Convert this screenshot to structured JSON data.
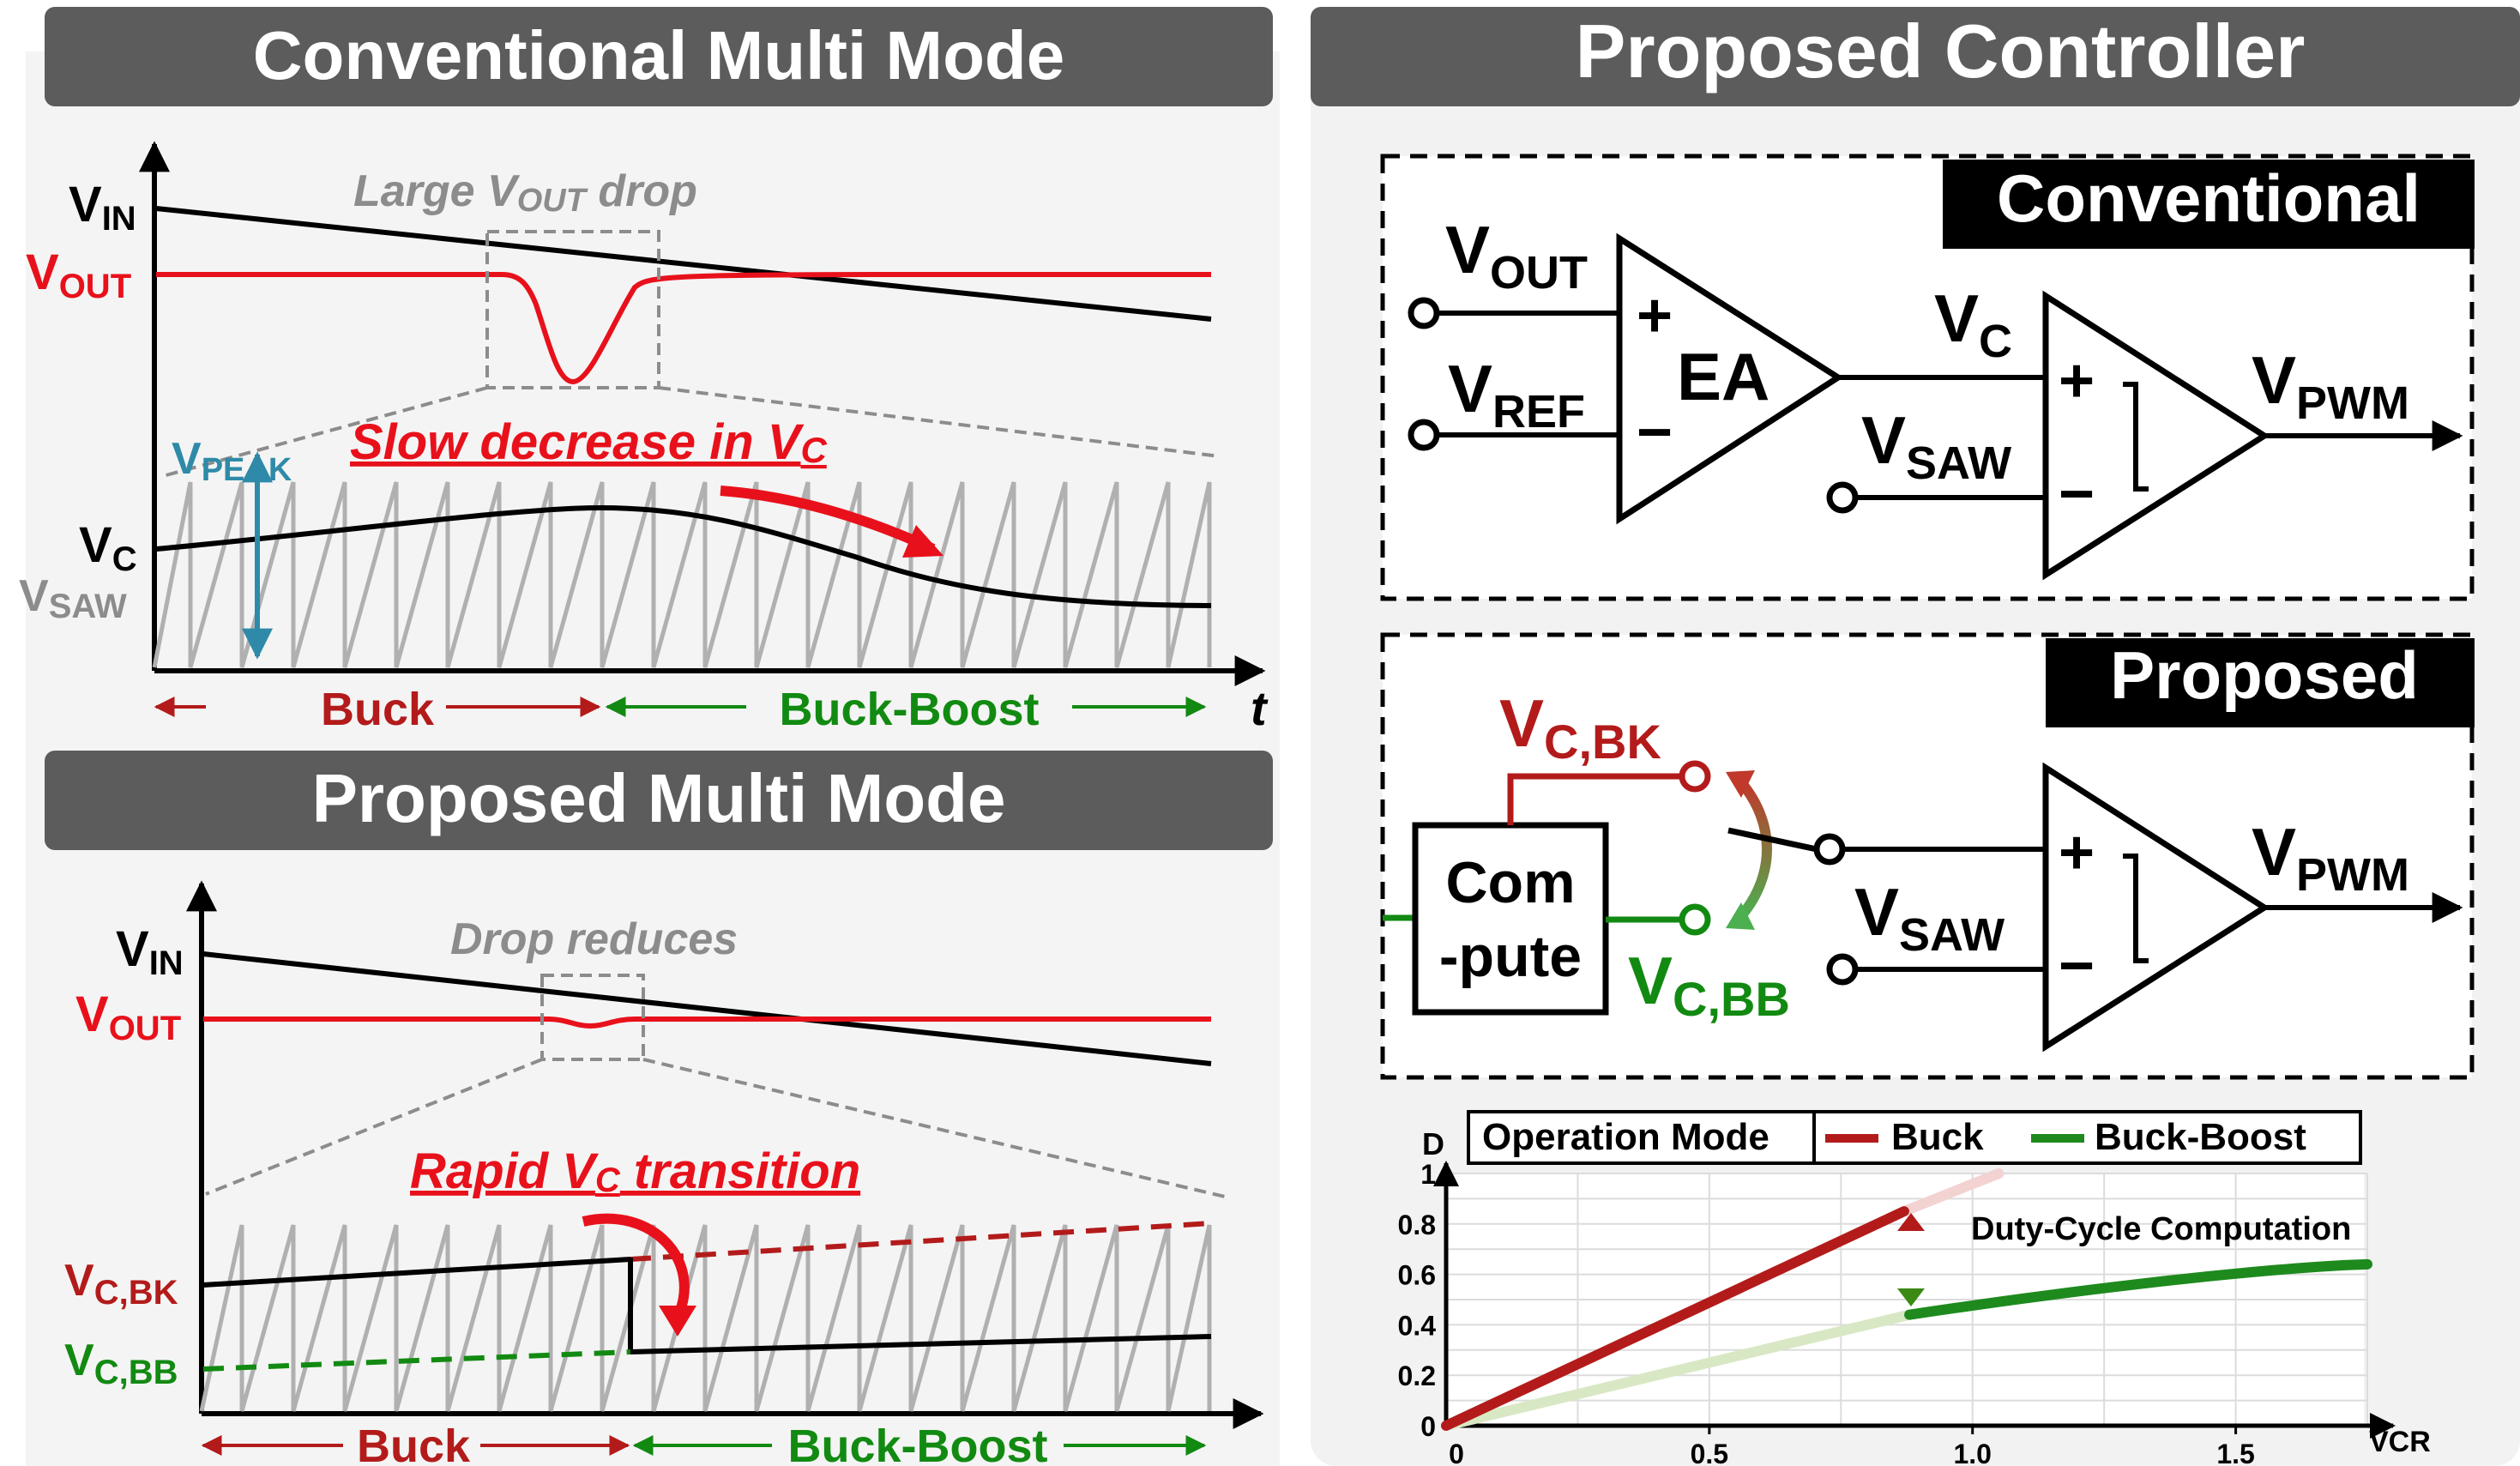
{
  "panels": {
    "conventional_multi_mode": {
      "title": "Conventional Multi Mode"
    },
    "proposed_multi_mode": {
      "title": "Proposed Multi Mode"
    },
    "proposed_controller": {
      "title": "Proposed Controller"
    }
  },
  "conv_plot": {
    "vin": "V",
    "vin_sub": "IN",
    "vout": "V",
    "vout_sub": "OUT",
    "vpeak": "V",
    "vpeak_sub": "PEAK",
    "vc": "V",
    "vc_sub": "C",
    "vsaw": "V",
    "vsaw_sub": "SAW",
    "drop_pre": "Large V",
    "drop_sub": "OUT",
    "drop_post": " drop",
    "slow_pre": "Slow decrease in V",
    "slow_sub": "C",
    "buck": "Buck",
    "buck_boost": "Buck-Boost",
    "t": "t"
  },
  "prop_plot": {
    "vin": "V",
    "vin_sub": "IN",
    "vout": "V",
    "vout_sub": "OUT",
    "drop_reduces": "Drop reduces",
    "rapid_pre": "Rapid V",
    "rapid_sub": "C",
    "rapid_post": " transition",
    "vcbk": "V",
    "vcbk_sub": "C,BK",
    "vcbb": "V",
    "vcbb_sub": "C,BB",
    "buck": "Buck",
    "buck_boost": "Buck-Boost"
  },
  "conv_circuit": {
    "label": "Conventional",
    "vout": "V",
    "vout_sub": "OUT",
    "vref": "V",
    "vref_sub": "REF",
    "ea": "EA",
    "vc": "V",
    "vc_sub": "C",
    "vsaw": "V",
    "vsaw_sub": "SAW",
    "vpwm": "V",
    "vpwm_sub": "PWM",
    "plus": "+",
    "minus": "−"
  },
  "prop_circuit": {
    "label": "Proposed",
    "vcbk": "V",
    "vcbk_sub": "C,BK",
    "vcbb": "V",
    "vcbb_sub": "C,BB",
    "compute_line1": "Com",
    "compute_line2": "-pute",
    "vsaw": "V",
    "vsaw_sub": "SAW",
    "vpwm": "V",
    "vpwm_sub": "PWM",
    "plus": "+",
    "minus": "−"
  },
  "colors": {
    "red": "#e8111b",
    "dark_red": "#b31b1b",
    "green": "#128a12",
    "teal": "#2e8aa8",
    "gray": "#8c8c8c",
    "header_bg": "#5c5c5c"
  },
  "chart_data": {
    "type": "line",
    "legend_title": "Operation Mode",
    "series": [
      {
        "name": "Buck",
        "x": [
          0,
          0.87
        ],
        "y": [
          0,
          0.85
        ]
      },
      {
        "name": "Buck-Boost",
        "x": [
          0.88,
          1.75
        ],
        "y": [
          0.44,
          0.64
        ]
      }
    ],
    "annotation": "Duty-Cycle Computation",
    "xlabel": "VCR",
    "ylabel": "D",
    "xticks": [
      "0",
      "0.5",
      "1.0",
      "1.5"
    ],
    "yticks": [
      "0",
      "0.2",
      "0.4",
      "0.6",
      "0.8",
      "1"
    ],
    "xlim": [
      0,
      1.75
    ],
    "ylim": [
      0,
      1
    ],
    "grid": true,
    "legend_position": "top"
  }
}
